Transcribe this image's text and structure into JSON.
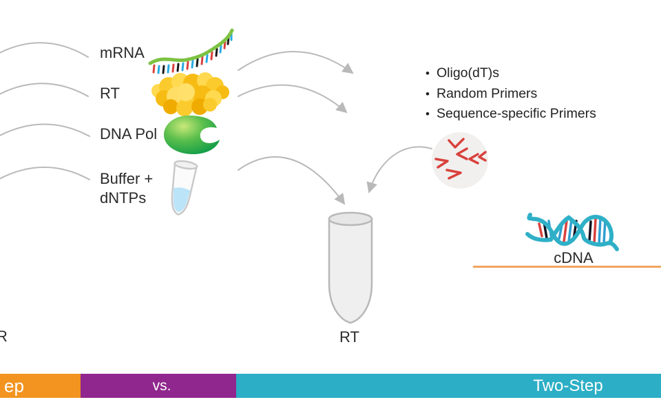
{
  "reagents": {
    "mrna": "mRNA",
    "rt": "RT",
    "dna_pol": "DNA Pol",
    "buffer_line1": "Buffer +",
    "buffer_line2": "dNTPs"
  },
  "primers": {
    "bullet": "•",
    "items": [
      "Oligo(dT)s",
      "Random Primers",
      "Sequence-specific Primers"
    ]
  },
  "reaction_tube_label": "RT",
  "cdna_label": "cDNA",
  "left_edge_fragment": "R",
  "bottom_bar": {
    "one_step_fragment": "ep",
    "vs_label": "vs.",
    "two_step_label": "Two-Step"
  },
  "icons": [
    "mrna-strand-icon",
    "rt-enzyme-icon",
    "dna-pol-icon",
    "buffer-tube-icon",
    "reaction-tube-icon",
    "primers-circle-icon",
    "cdna-helix-icon",
    "curved-arrow-icon"
  ],
  "colors": {
    "arrow_gray": "#b9b9b9",
    "text": "#2a2a2a",
    "bar_orange": "#F2941F",
    "bar_purple": "#90278E",
    "bar_teal": "#2CAEC6",
    "cdna_underline_orange": "#F0A55F",
    "mrna_green": "#7DC242",
    "enzyme_yellow": "#F9C41B",
    "dna_pol_green": "#2BAA4A",
    "liquid_blue": "#BCE4F9",
    "primer_red": "#D9413D",
    "helix_teal": "#2FB0C7"
  }
}
